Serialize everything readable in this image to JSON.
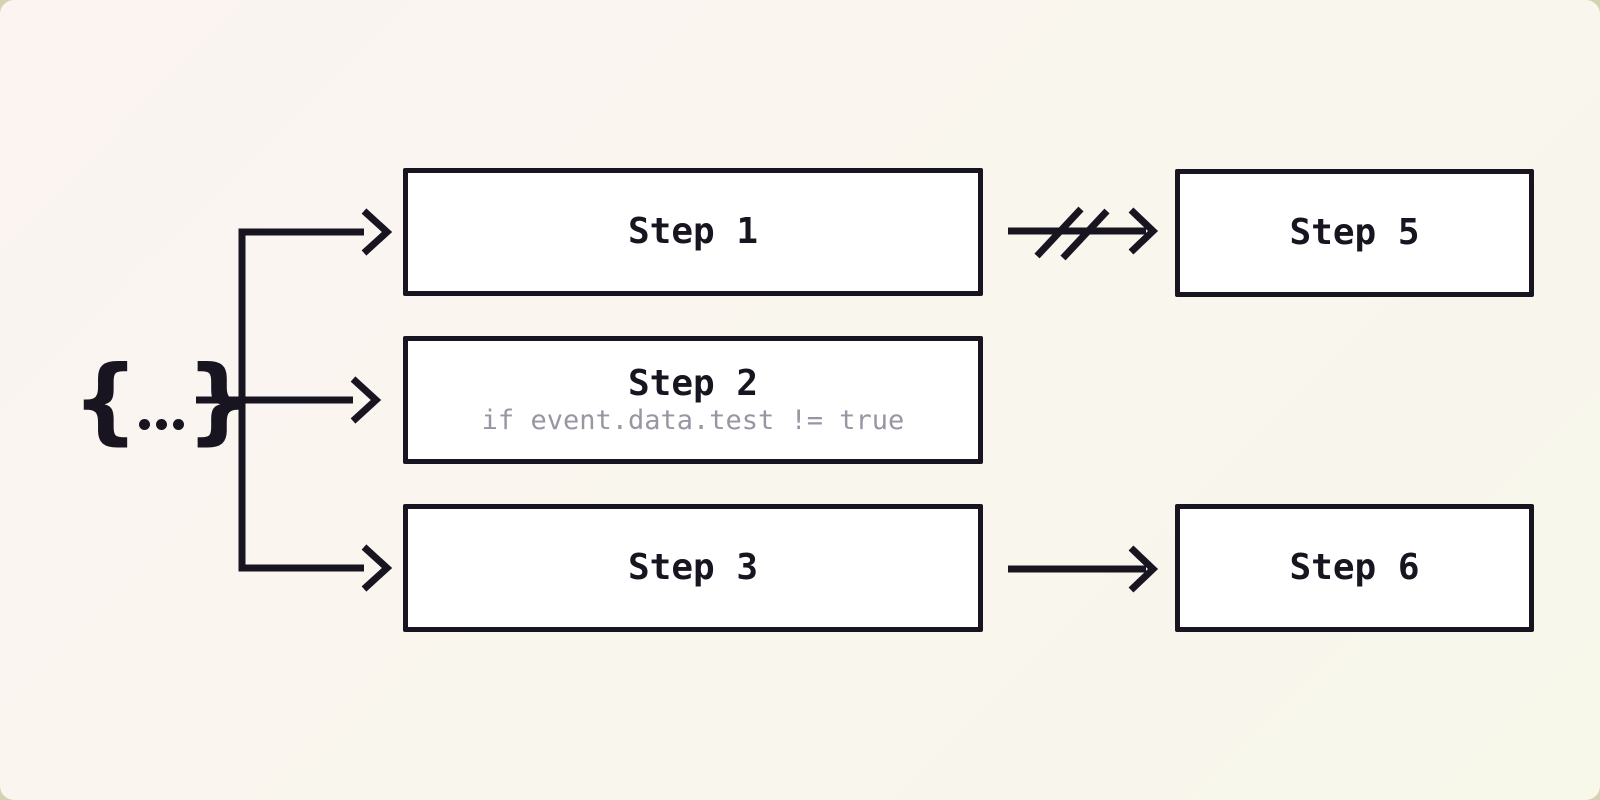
{
  "diagram": {
    "source": {
      "label": "{...}",
      "brace_open": "{",
      "brace_close": "}"
    },
    "nodes": [
      {
        "id": "step1",
        "label": "Step 1"
      },
      {
        "id": "step2",
        "label": "Step 2",
        "condition": "if event.data.test != true"
      },
      {
        "id": "step3",
        "label": "Step 3"
      },
      {
        "id": "step5",
        "label": "Step 5"
      },
      {
        "id": "step6",
        "label": "Step 6"
      }
    ],
    "edges": [
      {
        "from": "event-source",
        "to": "step1",
        "type": "arrow"
      },
      {
        "from": "event-source",
        "to": "step2",
        "type": "arrow"
      },
      {
        "from": "event-source",
        "to": "step3",
        "type": "arrow"
      },
      {
        "from": "step1",
        "to": "step5",
        "type": "cancelled-arrow"
      },
      {
        "from": "step3",
        "to": "step6",
        "type": "arrow"
      }
    ]
  },
  "colors": {
    "ink": "#181520",
    "muted": "#9697a2",
    "node_fill": "#ffffff",
    "bg_start": "#fbf4f1",
    "bg_mid": "#f9f6ee",
    "bg_end": "#f7f7ea",
    "frame": "#d5d1b2"
  }
}
